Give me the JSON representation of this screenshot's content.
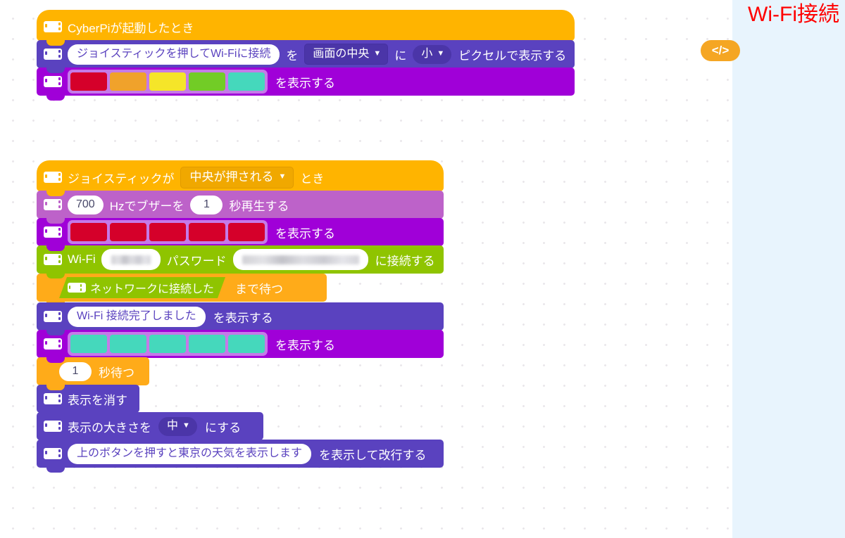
{
  "overlay": {
    "title": "Wi-Fi接続",
    "title_color": "#ff0000",
    "code_button_label": "</>"
  },
  "workspace": {
    "name": "CyberPi block workspace",
    "grid": "dot-grid"
  },
  "scripts": [
    {
      "id": "script-startup",
      "blocks": [
        {
          "type": "hat",
          "category": "event",
          "text": "CyberPiが起動したとき"
        },
        {
          "type": "stack",
          "category": "display",
          "parts": [
            "ジョイスティックを押してWi-Fiに接続",
            "を",
            "画面の中央",
            "に",
            "小",
            "ピクセルで表示する"
          ]
        },
        {
          "type": "stack",
          "category": "led",
          "parts": [
            "を表示する"
          ]
        }
      ]
    },
    {
      "id": "script-joystick",
      "blocks": [
        {
          "type": "hat",
          "category": "event",
          "parts": [
            "ジョイスティックが",
            "中央が押される",
            "とき"
          ]
        },
        {
          "type": "stack",
          "category": "sound",
          "parts": [
            "700",
            "Hzでブザーを",
            "1",
            "秒再生する"
          ]
        },
        {
          "type": "stack",
          "category": "led",
          "parts": [
            "を表示する"
          ]
        },
        {
          "type": "stack",
          "category": "wifi",
          "parts": [
            "Wi-Fi",
            "パスワード",
            "に接続する"
          ]
        },
        {
          "type": "cwrap",
          "category": "control",
          "parts": [
            "ネットワークに接続した",
            "まで待つ"
          ]
        },
        {
          "type": "stack",
          "category": "display",
          "parts": [
            "Wi-Fi 接続完了しました",
            "を表示する"
          ]
        },
        {
          "type": "stack",
          "category": "led",
          "parts": [
            "を表示する"
          ]
        },
        {
          "type": "stack",
          "category": "control",
          "parts": [
            "1",
            "秒待つ"
          ]
        },
        {
          "type": "stack",
          "category": "display",
          "parts": [
            "表示を消す"
          ]
        },
        {
          "type": "stack",
          "category": "display",
          "parts": [
            "表示の大きさを",
            "中",
            "にする"
          ]
        },
        {
          "type": "stack",
          "category": "display",
          "parts": [
            "上のボタンを押すと東京の天気を表示します",
            "を表示して改行する"
          ]
        }
      ]
    }
  ],
  "script1": {
    "hat_label": "CyberPiが起動したとき",
    "display_text": "ジョイスティックを押してWi-Fiに接続",
    "display_wo": "を",
    "display_position": "画面の中央",
    "display_ni": "に",
    "display_size": "小",
    "display_tail": "ピクセルで表示する",
    "led_tail": "を表示する",
    "led_colors": [
      "#D5002A",
      "#F0A22B",
      "#F5E529",
      "#72CC26",
      "#45D8BC"
    ]
  },
  "script2": {
    "hat_prefix": "ジョイスティックが",
    "hat_dropdown": "中央が押される",
    "hat_suffix": "とき",
    "buzzer_freq": "700",
    "buzzer_mid": "Hzでブザーを",
    "buzzer_secs": "1",
    "buzzer_tail": "秒再生する",
    "led_red_colors": [
      "#D5002A",
      "#D5002A",
      "#D5002A",
      "#D5002A",
      "#D5002A"
    ],
    "led_tail": "を表示する",
    "wifi_prefix": "Wi-Fi",
    "wifi_ssid": "",
    "wifi_password_label": "パスワード",
    "wifi_password": "",
    "wifi_tail": "に接続する",
    "wait_condition": "ネットワークに接続した",
    "wait_tail": "まで待つ",
    "msg_text": "Wi-Fi 接続完了しました",
    "msg_tail": "を表示する",
    "led_teal_colors": [
      "#45D8BC",
      "#45D8BC",
      "#45D8BC",
      "#45D8BC",
      "#45D8BC"
    ],
    "led_teal_tail": "を表示する",
    "wait_secs": "1",
    "wait_secs_tail": "秒待つ",
    "clear_label": "表示を消す",
    "size_prefix": "表示の大きさを",
    "size_value": "中",
    "size_tail": "にする",
    "final_text": "上のボタンを押すと東京の天気を表示します",
    "final_tail": "を表示して改行する"
  },
  "palette_colors": {
    "event": "#ffb400",
    "display": "#5a42bf",
    "led": "#a000d8",
    "sound": "#bd62c9",
    "wifi": "#8fc400",
    "control": "#ffab19"
  }
}
